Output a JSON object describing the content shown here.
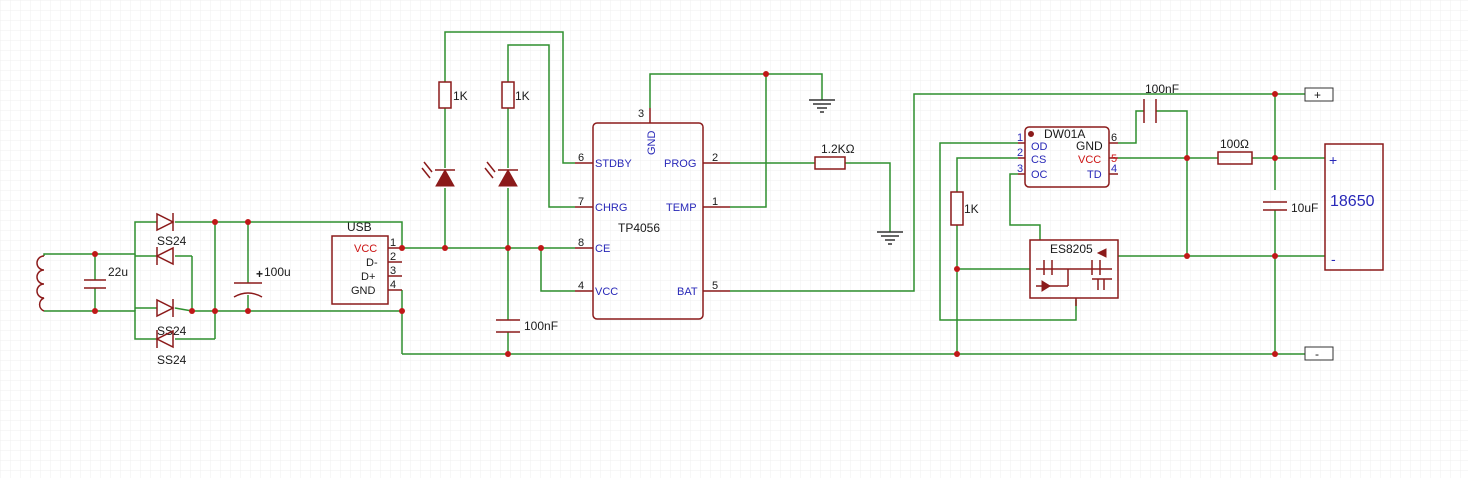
{
  "labels": {
    "usb": "USB",
    "usb_vcc": "VCC",
    "usb_dm": "D-",
    "usb_dp": "D+",
    "usb_gnd": "GND",
    "p1": "1",
    "p2": "2",
    "p3": "3",
    "p4": "4",
    "p5": "5",
    "p6": "6",
    "p7": "7",
    "p8": "8",
    "c22": "22u",
    "c100u": "100u",
    "d1": "SS24",
    "d2": "SS24",
    "d3": "SS24",
    "r1k_a": "1K",
    "r1k_b": "1K",
    "c100nf_a": "100nF",
    "tp4056": "TP4056",
    "stdby": "STDBY",
    "chrg": "CHRG",
    "ce": "CE",
    "vcc": "VCC",
    "gnd": "GND",
    "prog": "PROG",
    "temp": "TEMP",
    "bat": "BAT",
    "r12k": "1.2KΩ",
    "dw01a": "DW01A",
    "od": "OD",
    "cs": "CS",
    "oc": "OC",
    "dw_gnd": "GND",
    "dw_vcc": "VCC",
    "td": "TD",
    "c100nf_b": "100nF",
    "r100": "100Ω",
    "r1k_c": "1K",
    "es8205": "ES8205",
    "c10uf": "10uF",
    "battery": "18650",
    "bat_plus": "+",
    "bat_minus": "-",
    "term_plus": "+",
    "term_minus": "-"
  },
  "colors": {
    "wire": "#2f8f2f",
    "part": "#8b1a1a",
    "junction": "#c01818",
    "pin_name": "#2828b8",
    "grid": "#eeeeee"
  }
}
